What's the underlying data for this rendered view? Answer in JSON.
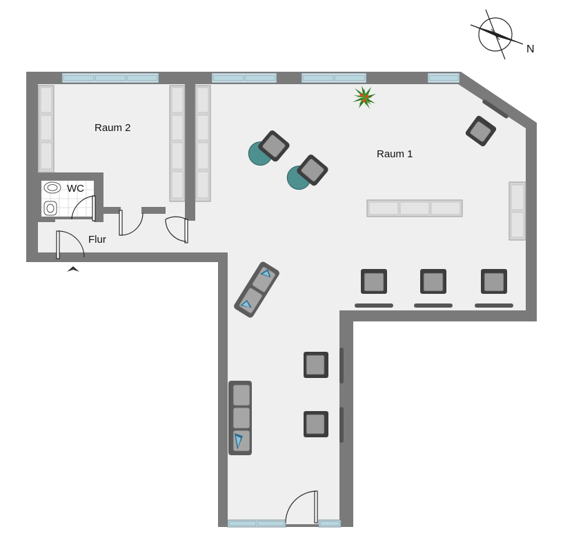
{
  "rooms": {
    "raum1": "Raum 1",
    "raum2": "Raum 2",
    "wc": "WC",
    "flur": "Flur"
  },
  "compass": {
    "north_label": "N"
  },
  "colors": {
    "wall": "#7a7a7a",
    "floor": "#efefef",
    "window": "#b9d7df",
    "table_accent": "#4e8f8f"
  },
  "icons": [
    "compass-icon",
    "plant-icon",
    "toilet-icon",
    "entrance-arrow-icon"
  ]
}
